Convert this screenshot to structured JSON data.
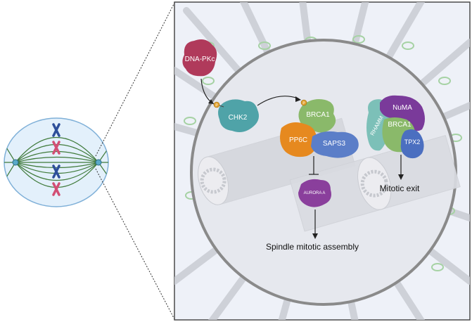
{
  "labels": {
    "dnapkc": "DNA-PKc",
    "chk2": "CHK2",
    "brca1_left": "BRCA1",
    "pp6c": "PP6C",
    "saps3": "SAPS3",
    "aurora_a": "AURORA A",
    "spindle_assembly": "Spindle mitotic assembly",
    "numa": "NuMA",
    "brca1_right": "BRCA1",
    "rhamm": "RHAMM",
    "tpx2": "TPX2",
    "mitotic_exit": "Mitotic exit",
    "phospho": "P"
  },
  "colors": {
    "panel_bg": "#eef1f8",
    "panel_border": "#4a4a4a",
    "cell_border": "#8a8a8a",
    "dnapkc": "#b03a5b",
    "chk2": "#4fa3a8",
    "brca1": "#8ab96a",
    "pp6c": "#e6891f",
    "saps3": "#5b7ec8",
    "aurora_a": "#8a3f9c",
    "numa": "#7a3a9a",
    "rhamm": "#7cc0b8",
    "tpx2": "#4b6fc0",
    "phospho": "#e0a02c"
  }
}
